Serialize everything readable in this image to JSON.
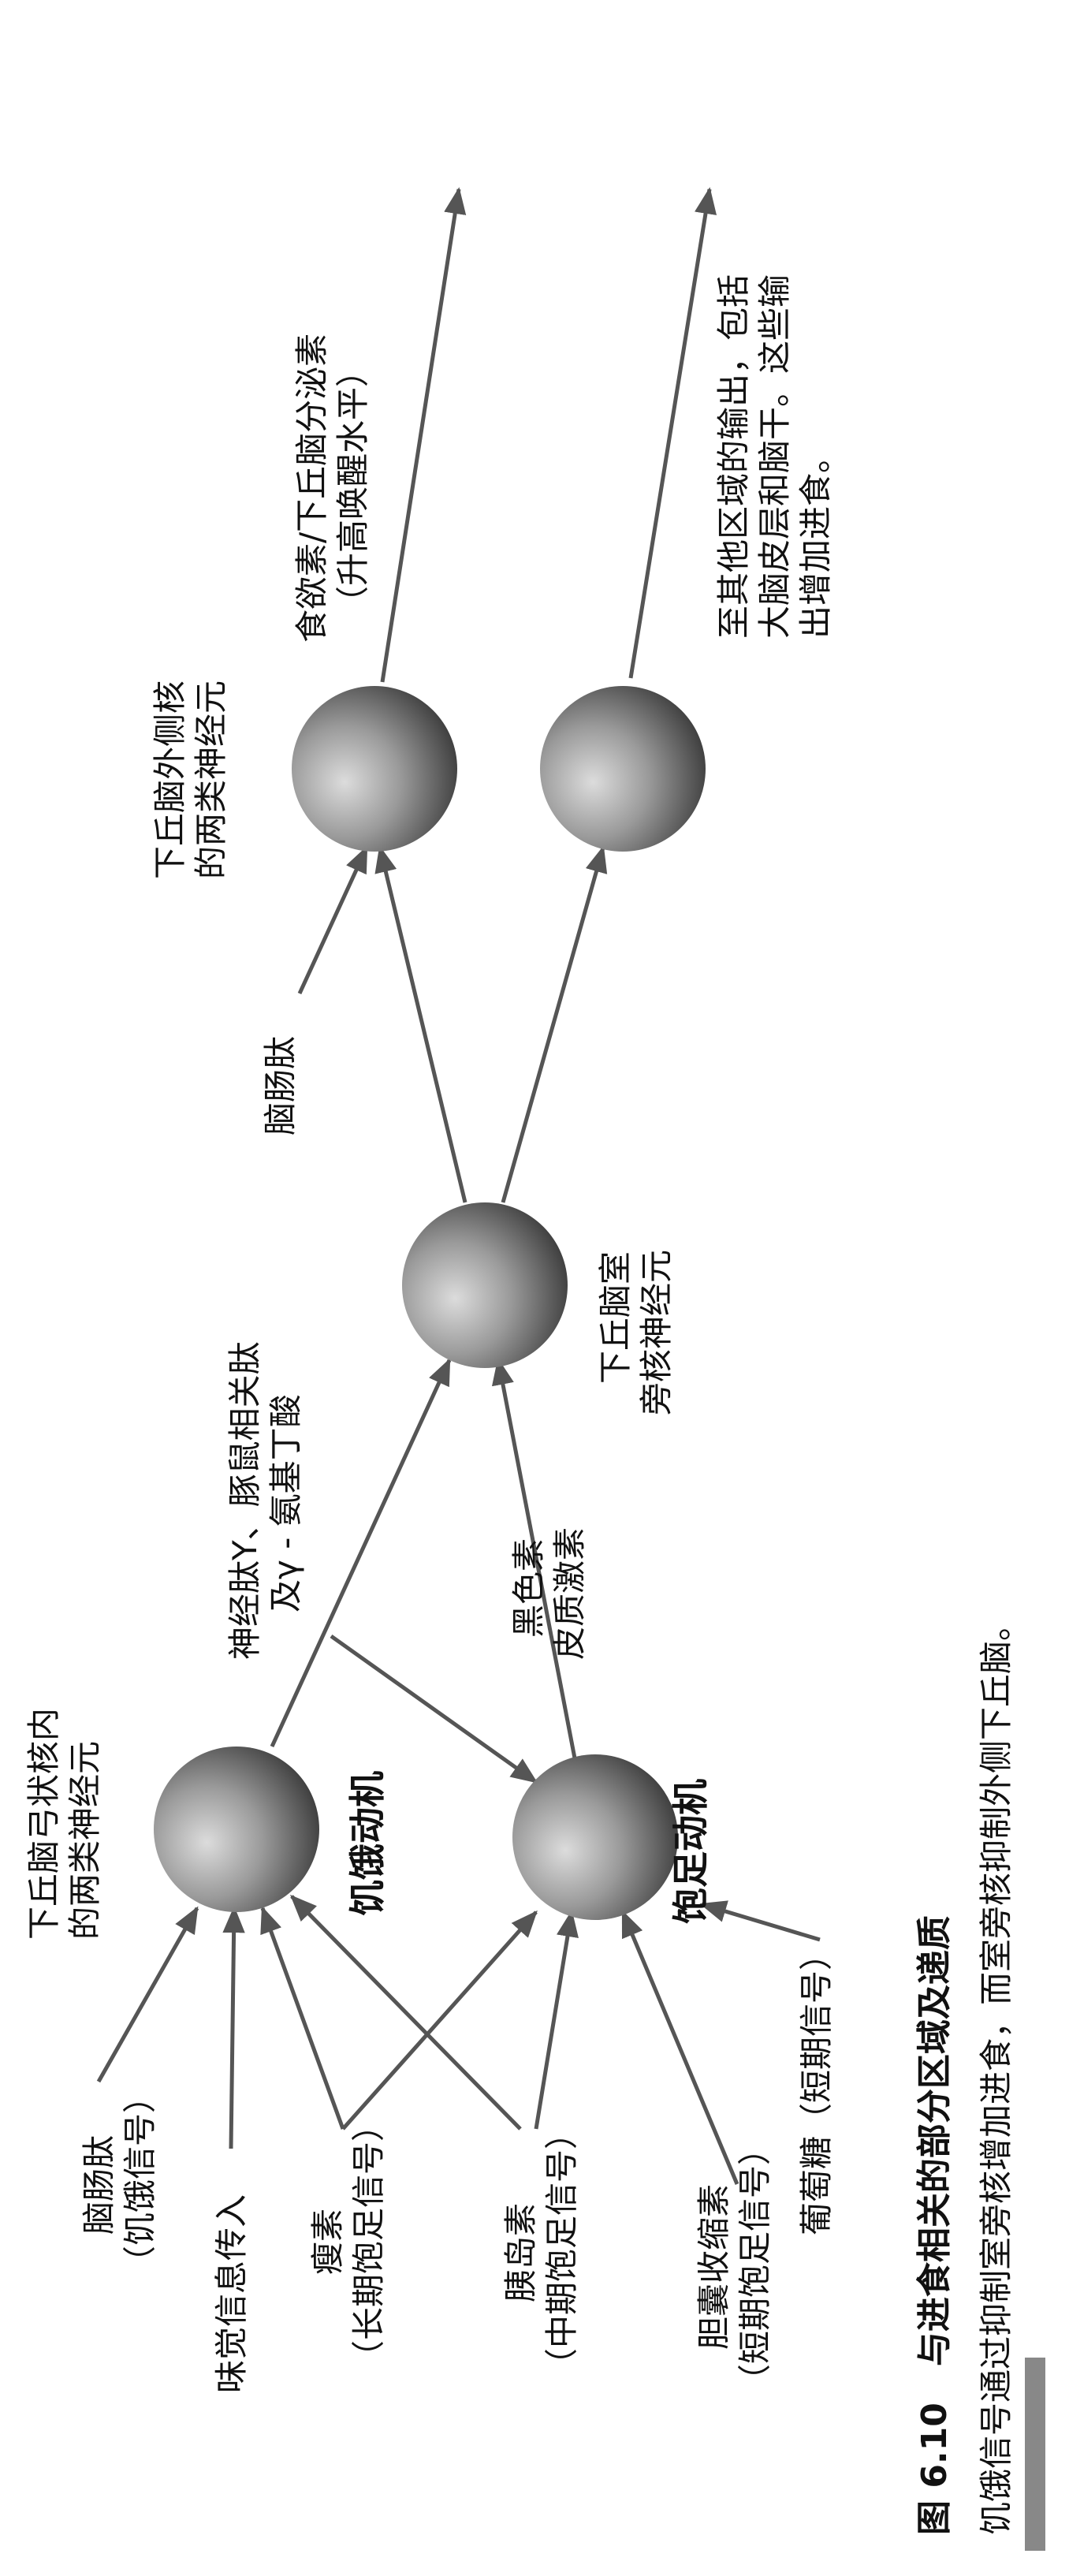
{
  "caption": {
    "figure_number": "图 6.10",
    "title": "与进食相关的部分区域及递质",
    "body": "饥饿信号通过抑制室旁核增加进食，而室旁核抑制外侧下丘脑。"
  },
  "nodes": {
    "arcuate_label": [
      "下丘脑弓状核内",
      "的两类神经元"
    ],
    "hunger_motive": "饥饿动机",
    "satiety_motive": "饱足动机",
    "paraventricular_label": [
      "下丘脑室",
      "旁核神经元"
    ],
    "lateral_label": [
      "下丘脑外侧核",
      "的两类神经元"
    ]
  },
  "inputs": {
    "ghrelin": [
      "脑肠肽",
      "（饥饿信号）"
    ],
    "taste": "味觉信息传入",
    "leptin": [
      "瘦素",
      "（长期饱足信号）"
    ],
    "insulin": [
      "胰岛素",
      "（中期饱足信号）"
    ],
    "cck": [
      "胆囊收缩素",
      "（短期饱足信号）"
    ],
    "glucose": "葡萄糖（短期信号）"
  },
  "transmitters": {
    "npy_agrp_gaba": [
      "神经肽Y、豚鼠相关肽",
      "及γ - 氨基丁酸"
    ],
    "msh": [
      "黑色素",
      "皮质激素"
    ],
    "ghrelin_lateral": "脑肠肽"
  },
  "outputs": {
    "orexin": [
      "食欲素/下丘脑分泌素",
      "（升高唤醒水平）"
    ],
    "other": [
      "至其他区域的输出，包括",
      "大脑皮层和脑干。这些输",
      "出增加进食。"
    ]
  },
  "colors": {
    "arrow": "#555555",
    "text": "#111111",
    "neuron_light": "#d4d4d4",
    "neuron_dark": "#3a3a3a"
  }
}
